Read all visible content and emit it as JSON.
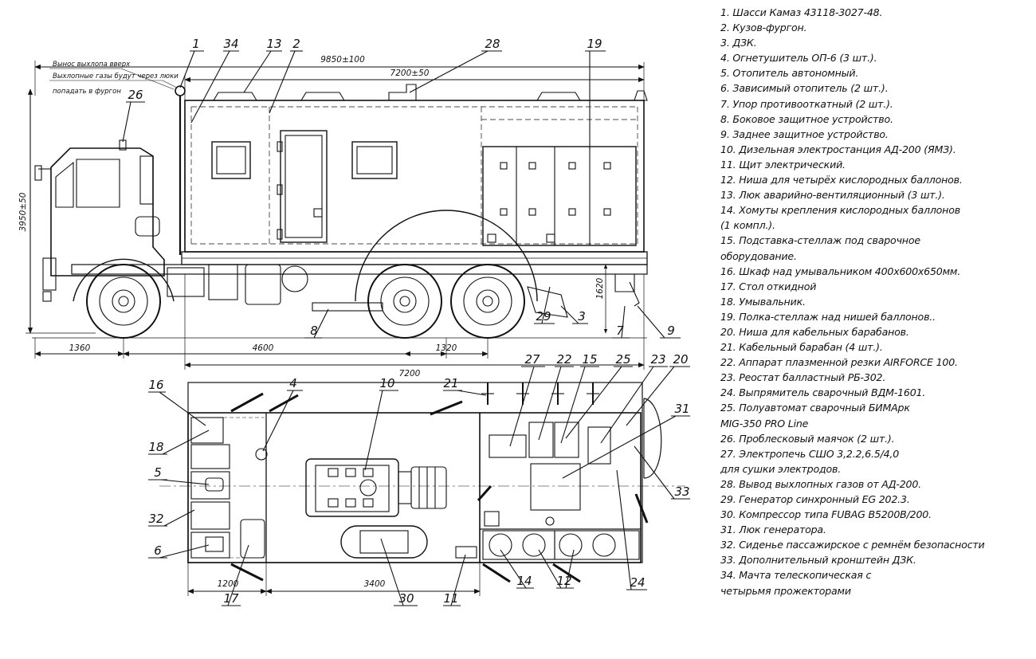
{
  "legend": {
    "l01": "1. Шасси Камаз 43118-3027-48.",
    "l02": "2. Кузов-фургон.",
    "l03": "3. ДЗК.",
    "l04": "4. Огнетушитель ОП-6 (3 шт.).",
    "l05": "5. Отопитель автономный.",
    "l06": "6. Зависимый отопитель (2 шт.).",
    "l07": "7. Упор противооткатный (2 шт.).",
    "l08": "8. Боковое защитное устройство.",
    "l09": "9. Заднее защитное устройство.",
    "l10": "10. Дизельная электростанция АД-200 (ЯМЗ).",
    "l11": "11. Щит электрический.",
    "l12": "12. Ниша для четырёх кислородных баллонов.",
    "l13": "13. Люк аварийно-вентиляционный (3 шт.).",
    "l14a": "14. Хомуты крепления кислородных баллонов",
    "l14b": "(1 компл.).",
    "l15a": "15. Подставка-стеллаж под сварочное",
    "l15b": "оборудование.",
    "l16": "16. Шкаф над умывальником 400х600х650мм.",
    "l17": "17. Стол откидной",
    "l18": "18. Умывальник.",
    "l19": "19. Полка-стеллаж над нишей баллонов..",
    "l20": "20. Ниша для кабельных барабанов.",
    "l21": "21. Кабельный барабан (4 шт.).",
    "l22": "22. Аппарат плазменной резки AIRFORCE 100.",
    "l23": "23. Реостат балластный РБ-302.",
    "l24": "24. Выпрямитель сварочный ВДМ-1601.",
    "l25a": "25. Полуавтомат сварочный БИМАрк",
    "l25b": "MIG-350 PRO Line",
    "l26": "26. Проблесковый маячок (2 шт.).",
    "l27a": "27. Электропечь СШО 3,2.2,6.5/4,0",
    "l27b": "для сушки электродов.",
    "l28": "28. Вывод выхлопных газов от АД-200.",
    "l29": "29. Генератор синхронный EG 202.3.",
    "l30": "30. Компрессор типа FUBAG B5200B/200.",
    "l31": "31. Люк генератора.",
    "l32": "32. Сиденье пассажирское с ремнём безопасности",
    "l33": "33. Дополнительный кронштейн ДЗК.",
    "l34a": "34. Мачта телескопическая с",
    "l34b": "четырьмя прожекторами"
  },
  "notes": {
    "n1": "Вынос выхлопа вверх",
    "n2": "Выхлопные газы будут через люки",
    "n3": "попадать в фургон"
  },
  "dims": {
    "overall": "9850±100",
    "body": "7200±50",
    "height": "3950±50",
    "front": "1360",
    "base": "4600",
    "bogie": "1320",
    "body_len": "7200",
    "frame_h": "1620",
    "plan_a": "1200",
    "plan_b": "3400"
  },
  "callouts": {
    "c1": "1",
    "c2": "2",
    "c3": "3",
    "c4": "4",
    "c5": "5",
    "c6": "6",
    "c7": "7",
    "c8": "8",
    "c9": "9",
    "c10": "10",
    "c11": "11",
    "c12": "12",
    "c13": "13",
    "c14": "14",
    "c15": "15",
    "c16": "16",
    "c17": "17",
    "c18": "18",
    "c19": "19",
    "c20": "20",
    "c21": "21",
    "c22": "22",
    "c23": "23",
    "c24": "24",
    "c25": "25",
    "c26": "26",
    "c27": "27",
    "c28": "28",
    "c29": "29",
    "c30": "30",
    "c31": "31",
    "c32": "32",
    "c33": "33",
    "c34": "34"
  }
}
